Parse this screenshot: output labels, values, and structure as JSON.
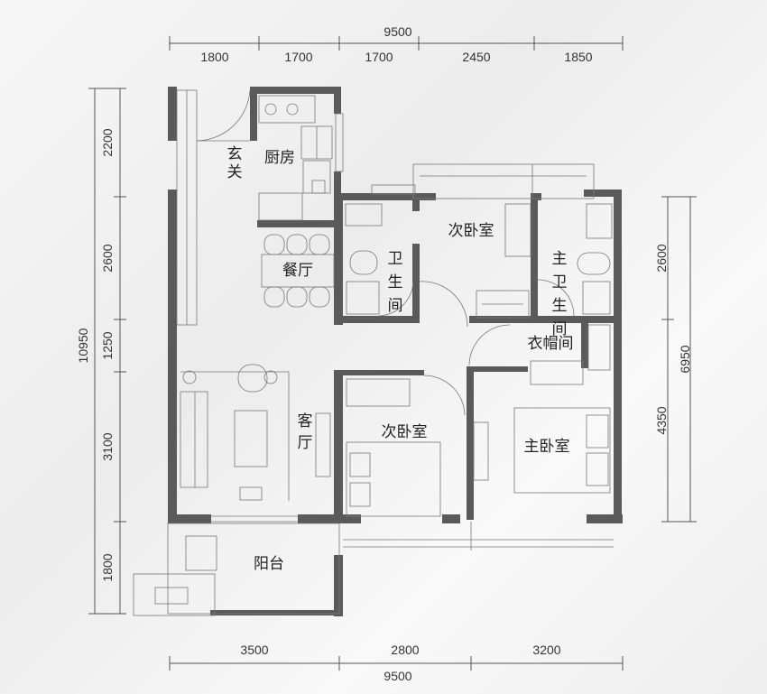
{
  "dimensions": {
    "top_total": "9500",
    "top": [
      "1800",
      "1700",
      "1700",
      "2450",
      "1850"
    ],
    "bottom": [
      "3500",
      "2800",
      "3200"
    ],
    "bottom_total": "9500",
    "left": [
      "2200",
      "2600",
      "1250",
      "3100",
      "1800"
    ],
    "left_total": "10950",
    "right": [
      "2600",
      "4350"
    ],
    "right_total": "6950"
  },
  "rooms": {
    "entrance": "玄关",
    "kitchen": "厨房",
    "dining": "餐厅",
    "living": "客厅",
    "bathroom": "卫生间",
    "master_bath": "主卫生间",
    "second_bedroom_north": "次卧室",
    "second_bedroom_south": "次卧室",
    "master_bedroom": "主卧室",
    "closet": "衣帽间",
    "balcony": "阳台"
  },
  "colors": {
    "wall": "#5a5a5a",
    "line": "#555555",
    "text": "#222222"
  }
}
